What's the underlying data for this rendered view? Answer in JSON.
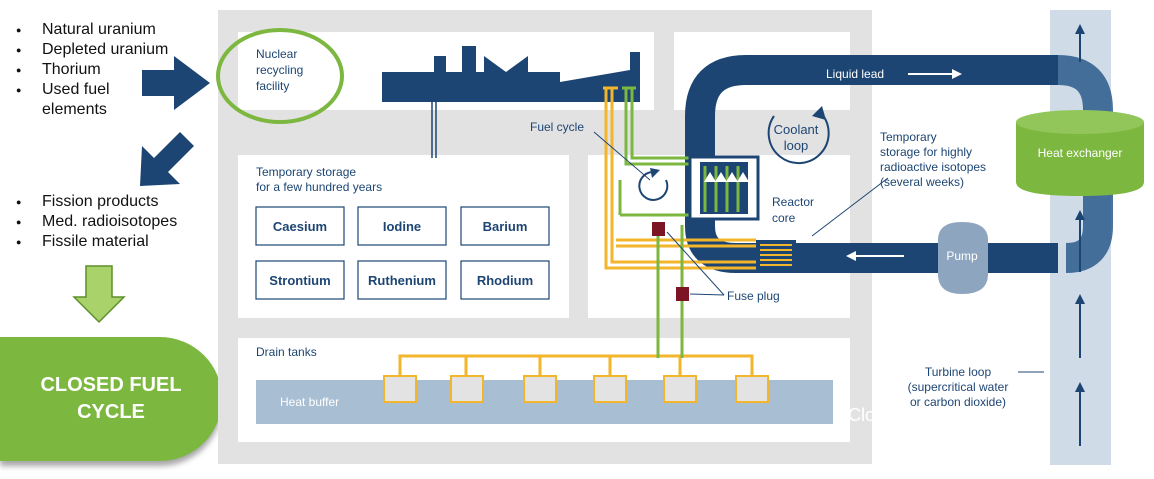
{
  "inputs": [
    "Natural uranium",
    "Depleted uranium",
    "Thorium",
    "Used fuel elements"
  ],
  "outputs": [
    "Fission products",
    "Med. radioisotopes",
    "Fissile material"
  ],
  "closed_fuel_cycle": "CLOSED FUEL CYCLE",
  "facility": {
    "recycling": [
      "Nuclear",
      "recycling",
      "facility"
    ],
    "temporary_storage": [
      "Temporary storage",
      "for a few hundred years"
    ],
    "elements": [
      "Caesium",
      "Iodine",
      "Barium",
      "Strontium",
      "Ruthenium",
      "Rhodium"
    ],
    "fuel_cycle": "Fuel cycle",
    "reactor_core": [
      "Reactor",
      "core"
    ],
    "coolant_loop": [
      "Coolant",
      "loop"
    ],
    "liquid_lead": "Liquid lead",
    "temp_storage_isotopes": [
      "Temporary",
      "storage for highly",
      "radioactive isotopes",
      "(several weeks)"
    ],
    "heat_exchanger": "Heat exchanger",
    "pump": "Pump",
    "fuse_plug": "Fuse plug",
    "drain_tanks": "Drain tanks",
    "heat_buffer": "Heat buffer",
    "turbine_loop": [
      "Turbine loop",
      "(supercritical water",
      "or carbon dioxide)"
    ],
    "clipped_text": "Clo"
  },
  "colors": {
    "navy": "#1d4573",
    "green": "#7cb73f",
    "orange": "#f3b52b",
    "gray_bg": "#e2e2e2",
    "heat_buffer": "#a8bed3",
    "turbine_column": "#cfdbe7",
    "fuse": "#7d1426"
  }
}
